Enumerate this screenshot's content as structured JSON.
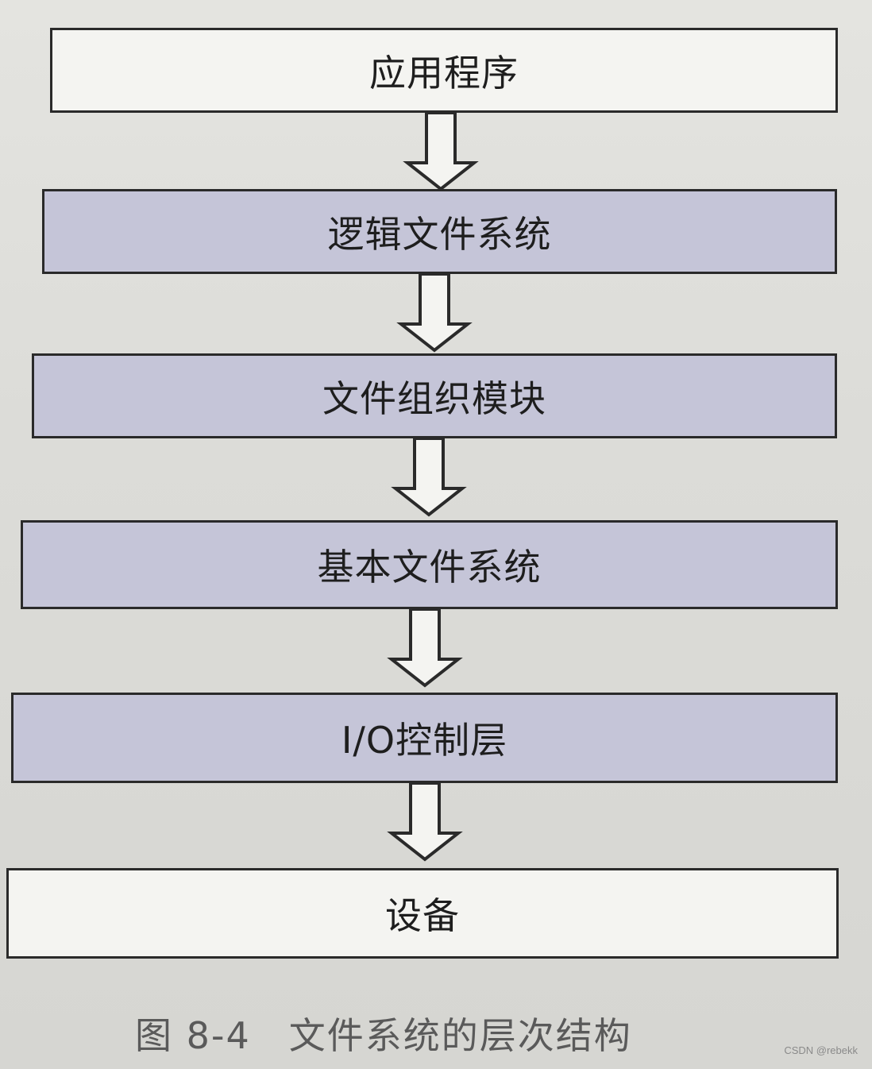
{
  "diagram": {
    "layers": [
      {
        "label": "应用程序"
      },
      {
        "label": "逻辑文件系统"
      },
      {
        "label": "文件组织模块"
      },
      {
        "label": "基本文件系统"
      },
      {
        "label": "I/O控制层"
      },
      {
        "label": "设备"
      }
    ],
    "caption": "图 8-4　文件系统的层次结构"
  },
  "watermark": "CSDN @rebekk",
  "colors": {
    "plain_box": "#f4f4f1",
    "shaded_box": "#c5c5d8",
    "border": "#2a2a2a"
  }
}
